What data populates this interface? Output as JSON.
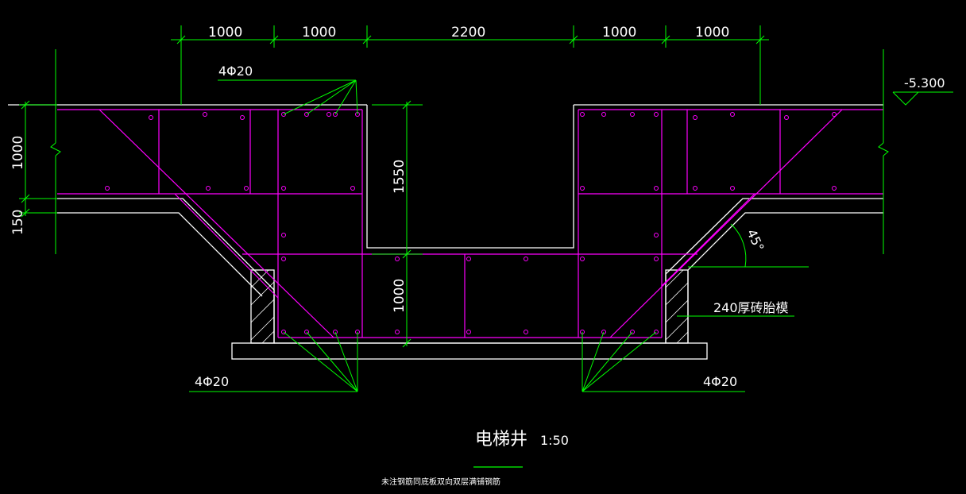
{
  "drawing": {
    "title": "电梯井",
    "scale": "1:50",
    "note": "未注钢筋同底板双向双层满铺钢筋"
  },
  "dimensions": {
    "top": [
      "1000",
      "1000",
      "2200",
      "1000",
      "1000"
    ],
    "left_height": "1000",
    "left_small": "150",
    "pit_depth": "1550",
    "lower_depth": "1000"
  },
  "annotations": {
    "rebar_top": "4Φ20",
    "rebar_bottom_left": "4Φ20",
    "rebar_bottom_right": "4Φ20",
    "elevation": "-5.300",
    "angle": "45°",
    "brick_mold": "240厚砖胎模"
  },
  "colors": {
    "background": "#000000",
    "concrete_outline": "#ffffff",
    "rebar": "#ff00ff",
    "dimension": "#00ff00",
    "leader": "#00ff00",
    "text": "#ffffff"
  }
}
